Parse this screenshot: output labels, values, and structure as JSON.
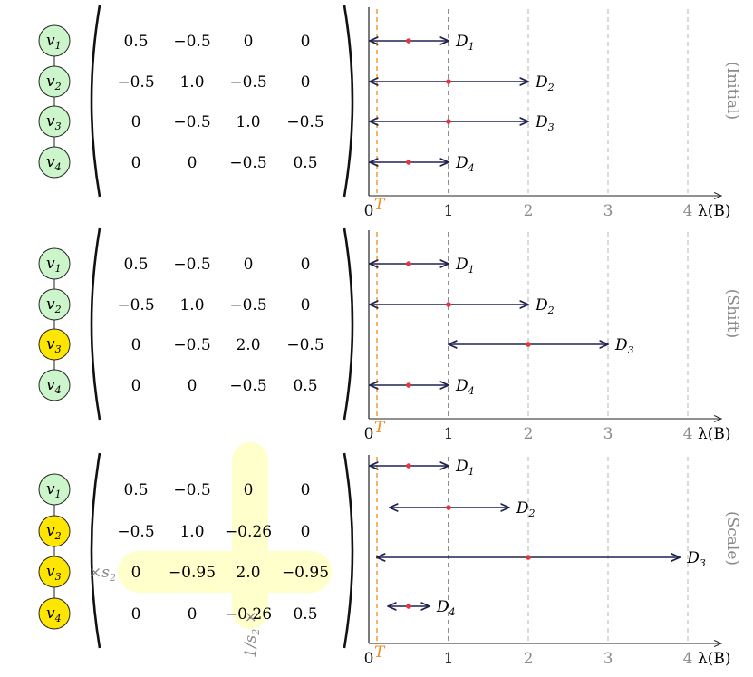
{
  "colors": {
    "node_green": "#ccf5cc",
    "node_yellow": "#ffe600",
    "highlight_yellow": "#ffffcc",
    "navy": "#1f2450",
    "red": "#e8343a",
    "orange": "#f28c1b",
    "gray": "#8a8a8a"
  },
  "axis": {
    "ticks": [
      "0",
      "1",
      "2",
      "3",
      "4"
    ],
    "t_label": "T",
    "lambda_label": "λ(B)"
  },
  "panels": [
    {
      "side_label": "(Initial)",
      "nodes": [
        {
          "label": "v1",
          "sub": "1",
          "highlight": false
        },
        {
          "label": "v2",
          "sub": "2",
          "highlight": false
        },
        {
          "label": "v3",
          "sub": "3",
          "highlight": false
        },
        {
          "label": "v4",
          "sub": "4",
          "highlight": false
        }
      ],
      "matrix": [
        [
          "0.5",
          "−0.5",
          "0",
          "0"
        ],
        [
          "−0.5",
          "1.0",
          "−0.5",
          "0"
        ],
        [
          "0",
          "−0.5",
          "1.0",
          "−0.5"
        ],
        [
          "0",
          "0",
          "−0.5",
          "0.5"
        ]
      ],
      "discs": [
        {
          "label": "D",
          "sub": "1",
          "center": 0.5,
          "lo": 0.0,
          "hi": 1.0
        },
        {
          "label": "D",
          "sub": "2",
          "center": 1.0,
          "lo": 0.0,
          "hi": 2.0
        },
        {
          "label": "D",
          "sub": "3",
          "center": 1.0,
          "lo": 0.0,
          "hi": 2.0
        },
        {
          "label": "D",
          "sub": "4",
          "center": 0.5,
          "lo": 0.0,
          "hi": 1.0
        }
      ]
    },
    {
      "side_label": "(Shift)",
      "nodes": [
        {
          "label": "v1",
          "sub": "1",
          "highlight": false
        },
        {
          "label": "v2",
          "sub": "2",
          "highlight": false
        },
        {
          "label": "v3",
          "sub": "3",
          "highlight": true
        },
        {
          "label": "v4",
          "sub": "4",
          "highlight": false
        }
      ],
      "matrix": [
        [
          "0.5",
          "−0.5",
          "0",
          "0"
        ],
        [
          "−0.5",
          "1.0",
          "−0.5",
          "0"
        ],
        [
          "0",
          "−0.5",
          "2.0",
          "−0.5"
        ],
        [
          "0",
          "0",
          "−0.5",
          "0.5"
        ]
      ],
      "discs": [
        {
          "label": "D",
          "sub": "1",
          "center": 0.5,
          "lo": 0.0,
          "hi": 1.0
        },
        {
          "label": "D",
          "sub": "2",
          "center": 1.0,
          "lo": 0.0,
          "hi": 2.0
        },
        {
          "label": "D",
          "sub": "3",
          "center": 2.0,
          "lo": 1.0,
          "hi": 3.0
        },
        {
          "label": "D",
          "sub": "4",
          "center": 0.5,
          "lo": 0.0,
          "hi": 1.0
        }
      ]
    },
    {
      "side_label": "(Scale)",
      "nodes": [
        {
          "label": "v1",
          "sub": "1",
          "highlight": false
        },
        {
          "label": "v2",
          "sub": "2",
          "highlight": true
        },
        {
          "label": "v3",
          "sub": "3",
          "highlight": true
        },
        {
          "label": "v4",
          "sub": "4",
          "highlight": true
        }
      ],
      "matrix": [
        [
          "0.5",
          "−0.5",
          "0",
          "0"
        ],
        [
          "−0.5",
          "1.0",
          "−0.26",
          "0"
        ],
        [
          "0",
          "−0.95",
          "2.0",
          "−0.95"
        ],
        [
          "0",
          "0",
          "−0.26",
          "0.5"
        ]
      ],
      "row_scale_label": "×s",
      "row_scale_sub": "2",
      "col_scale_label": "1/s",
      "col_scale_sub": "2",
      "col_scale_times": "×",
      "discs": [
        {
          "label": "D",
          "sub": "1",
          "center": 0.5,
          "lo": 0.0,
          "hi": 1.0
        },
        {
          "label": "D",
          "sub": "2",
          "center": 1.0,
          "lo": 0.26,
          "hi": 1.76
        },
        {
          "label": "D",
          "sub": "3",
          "center": 2.0,
          "lo": 0.1,
          "hi": 3.9
        },
        {
          "label": "D",
          "sub": "4",
          "center": 0.5,
          "lo": 0.24,
          "hi": 0.76
        }
      ]
    }
  ]
}
